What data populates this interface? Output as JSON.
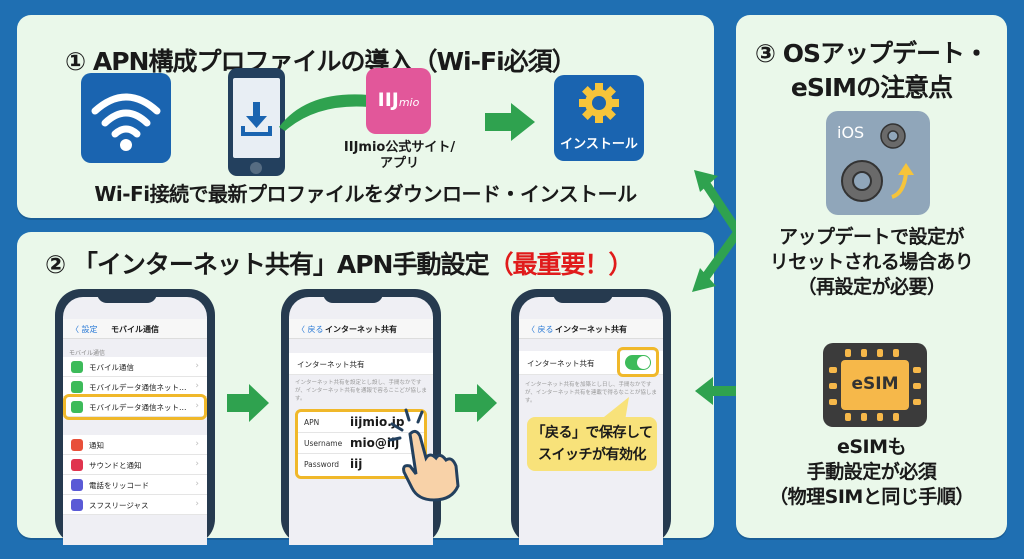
{
  "colors": {
    "background": "#1f6fb2",
    "panel": "#eaf8ea",
    "accent_green": "#2fa24f",
    "highlight_yellow": "#f0b82a",
    "important_red": "#e01b1b",
    "iijmio_pink": "#e2579a"
  },
  "step1": {
    "title": "① APN構成プロファイルの導入（Wi-Fi必須）",
    "icons": [
      "wifi-icon",
      "phone-download-icon",
      "iijmio-logo",
      "arrow-right-icon",
      "install-gear-icon"
    ],
    "iijmio_logo_main": "IIJ",
    "iijmio_logo_sub": "mio",
    "iijmio_caption_line1": "IIJmio公式サイト/",
    "iijmio_caption_line2": "アプリ",
    "install_label": "インストール",
    "subtitle": "Wi-Fi接続で最新プロファイルをダウンロード・インストール"
  },
  "step2": {
    "title_main": "② 「インターネット共有」APN手動設定",
    "title_emphasis": "（最重要！）",
    "phone1": {
      "back": "〈 設定",
      "title": "モバイル通信",
      "section": "モバイル通信",
      "rows": [
        {
          "label": "モバイル通信",
          "color": "#3dbb5a"
        },
        {
          "label": "モバイルデータ通信ネット…",
          "color": "#3dbb5a"
        },
        {
          "label": "モバイルデータ通信ネット…",
          "color": "#3dbb5a"
        }
      ],
      "rows2": [
        {
          "label": "通知",
          "color": "#e8503a"
        },
        {
          "label": "サウンドと通知",
          "color": "#e0344e"
        },
        {
          "label": "電話をリッコード",
          "color": "#5a5ad6"
        },
        {
          "label": "スフスリージャス",
          "color": "#5a5ad6"
        }
      ],
      "highlighted_row": 2
    },
    "phone2": {
      "back": "〈 戻る",
      "title": "インターネット共有",
      "row_label": "インターネット共有",
      "description": "インターネット共有を設定とし設し、手間なかですが、インターネット共有を通報で容るここどが協します。",
      "fields": [
        {
          "key": "APN",
          "value": "iijmio.jp"
        },
        {
          "key": "Username",
          "value": "mio@iij"
        },
        {
          "key": "Password",
          "value": "iij"
        }
      ]
    },
    "phone3": {
      "back": "〈 戻る",
      "title": "インターネット共有",
      "row_label": "インターネット共有",
      "toggle_on": true,
      "description": "インターネット共有を加築とし日し、手間なかですが、インターネット共有を連載で得るなことが協します。",
      "bubble_line1": "「戻る」で保存して",
      "bubble_line2": "スイッチが有効化"
    }
  },
  "step3": {
    "title_line1": "③ OSアップデート・",
    "title_line2": "eSIMの注意点",
    "ios_label": "iOS",
    "note1_line1": "アップデートで設定が",
    "note1_line2": "リセットされる場合あり",
    "note1_line3": "（再設定が必要）",
    "esim_label": "eSIM",
    "note2_line1": "eSIMも",
    "note2_line2": "手動設定が必須",
    "note2_line3": "（物理SIMと同じ手順）"
  }
}
